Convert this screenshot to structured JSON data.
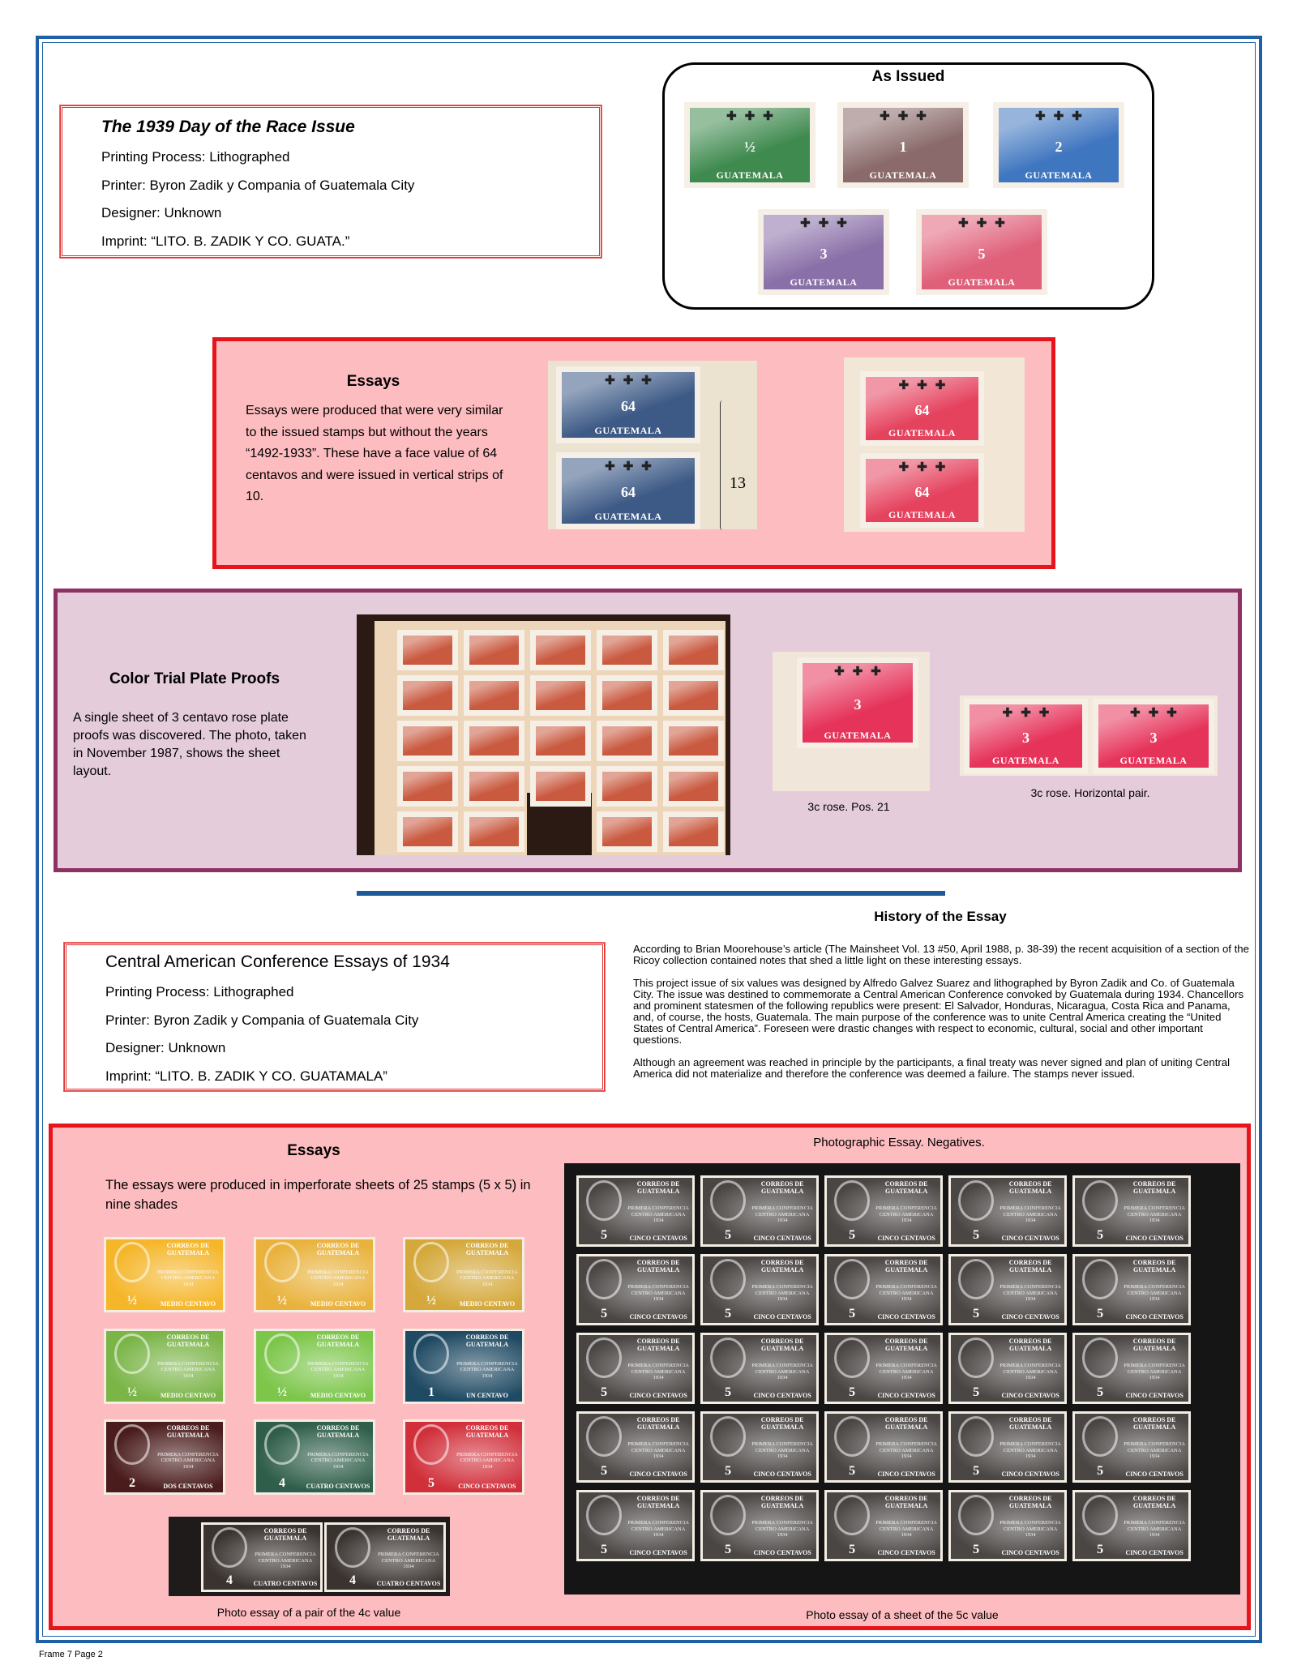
{
  "issue_1939": {
    "title": "The 1939 Day of the Race Issue",
    "printing": "Printing Process: Lithographed",
    "printer": "Printer: Byron Zadik y Compania of Guatemala City",
    "designer": "Designer: Unknown",
    "imprint": "Imprint: “LITO. B. ZADIK Y CO. GUATA.”"
  },
  "as_issued": {
    "heading": "As Issued",
    "stamps": [
      {
        "value": "½",
        "color": "#3f8a4f",
        "name": "GUATEMALA"
      },
      {
        "value": "1",
        "color": "#8a6a6a",
        "name": "GUATEMALA"
      },
      {
        "value": "2",
        "color": "#3f76c0",
        "name": "GUATEMALA"
      },
      {
        "value": "3",
        "color": "#8a70a8",
        "name": "GUATEMALA"
      },
      {
        "value": "5",
        "color": "#e0607a",
        "name": "GUATEMALA"
      }
    ]
  },
  "essays_1939": {
    "heading": "Essays",
    "text": "Essays were produced that were very similar to the issued stamps but without the years “1492-1933”. These have a face value of 64 centavos and were issued in vertical strips of 10.",
    "annotation": "13",
    "strips": [
      {
        "value": "64",
        "color": "#3d5a86",
        "name": "GUATEMALA"
      },
      {
        "value": "64",
        "color": "#e5425e",
        "name": "GUATEMALA"
      }
    ]
  },
  "color_trial": {
    "heading": "Color Trial Plate Proofs",
    "text": "A single sheet of 3 centavo rose plate proofs was discovered. The photo, taken in November 1987, shows the sheet layout.",
    "sheet_color": "#c9593f",
    "single": {
      "value": "3",
      "color": "#e6335a",
      "name": "GUATEMALA",
      "caption": "3c rose. Pos. 21"
    },
    "pair": {
      "value": "3",
      "color": "#e6335a",
      "name": "GUATEMALA",
      "caption": "3c rose. Horizontal pair."
    }
  },
  "history": {
    "heading": "History of the Essay",
    "paragraphs": [
      "According to Brian Moorehouse’s article (The Mainsheet Vol. 13 #50, April 1988, p. 38-39) the recent acquisition of a section of the Ricoy collection contained notes that shed a little light on these interesting essays.",
      "This project issue of six values was designed by Alfredo Galvez Suarez and lithographed by Byron Zadik and Co. of Guatemala City. The issue was destined to commemorate a Central American Conference convoked by Guatemala during 1934. Chancellors and prominent statesmen of the following republics were present: El Salvador, Honduras, Nicaragua, Costa Rica and Panama, and, of course, the hosts, Guatemala. The main purpose of the conference was to unite Central America creating the “United States of Central America”. Foreseen were drastic changes with respect to economic, cultural, social and other important questions.",
      "Although an agreement was reached in principle by the participants, a final treaty was never signed and plan of uniting Central America did not materialize and therefore the conference was deemed a failure. The stamps never issued."
    ]
  },
  "conference_1934": {
    "title": "Central American Conference Essays of 1934",
    "printing": "Printing Process: Lithographed",
    "printer": "Printer: Byron Zadik y Compania of Guatemala City",
    "designer": "Designer: Unknown",
    "imprint": "Imprint: “LITO. B. ZADIK Y CO. GUATAMALA”"
  },
  "essays_1934": {
    "heading": "Essays",
    "text": "The essays were produced in imperforate sheets of 25 stamps (5 x 5) in nine shades",
    "stamp_top": "CORREOS DE GUATEMALA",
    "stamp_mid": "PRIMERA CONFERENCIA CENTRO AMERICANA 1934",
    "shades": [
      {
        "num": "½",
        "denom": "MEDIO CENTAVO",
        "color": "#f5b62a"
      },
      {
        "num": "½",
        "denom": "MEDIO CENTAVO",
        "color": "#e9b23c"
      },
      {
        "num": "½",
        "denom": "MEDIO CENTAVO",
        "color": "#d4a83a"
      },
      {
        "num": "½",
        "denom": "MEDIO CENTAVO",
        "color": "#7bb548"
      },
      {
        "num": "½",
        "denom": "MEDIO CENTAVO",
        "color": "#7cc64a"
      },
      {
        "num": "1",
        "denom": "UN CENTAVO",
        "color": "#1f4a63"
      },
      {
        "num": "2",
        "denom": "DOS CENTAVOS",
        "color": "#4a1c1c"
      },
      {
        "num": "4",
        "denom": "CUATRO CENTAVOS",
        "color": "#2f5e4a"
      },
      {
        "num": "5",
        "denom": "CINCO CENTAVOS",
        "color": "#d12f3a"
      }
    ],
    "photo_pair": {
      "num": "4",
      "denom": "CUATRO CENTAVOS",
      "color": "#3a3330",
      "caption": "Photo essay of a pair of the 4c value"
    },
    "negatives": {
      "heading": "Photographic Essay. Negatives.",
      "num": "5",
      "denom": "CINCO CENTAVOS",
      "color": "#4a4644",
      "caption": "Photo essay of a sheet of the 5c value"
    }
  },
  "footer": "Frame 7 Page 2"
}
